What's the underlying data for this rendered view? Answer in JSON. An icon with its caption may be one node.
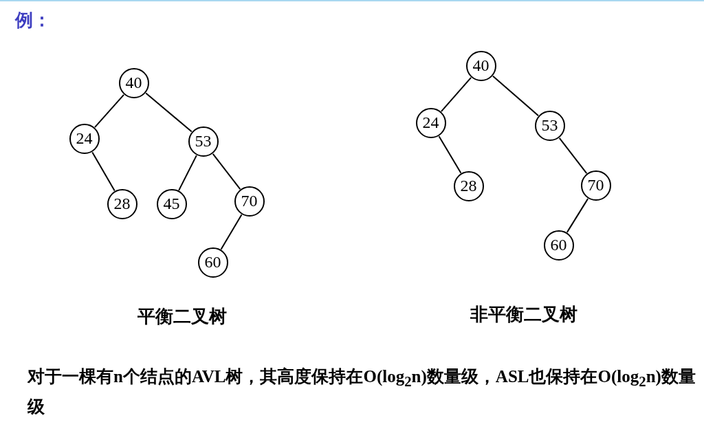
{
  "diagram": {
    "title": "例：",
    "nodes": [
      {
        "text": [
          "40"
        ]
      },
      {
        "text": [
          "24"
        ]
      },
      {
        "text": [
          "53"
        ]
      },
      {
        "text": [
          "28"
        ]
      },
      {
        "text": [
          "45"
        ]
      },
      {
        "text": [
          "70"
        ]
      },
      {
        "text": [
          "60"
        ]
      },
      {
        "text": [
          "40"
        ]
      },
      {
        "text": [
          "24"
        ]
      },
      {
        "text": [
          "53"
        ]
      },
      {
        "text": [
          "28"
        ]
      },
      {
        "text": [
          "70"
        ]
      },
      {
        "text": [
          "60"
        ]
      }
    ],
    "edges": [
      {
        "from": 0,
        "to": 1,
        "arrow": "none"
      },
      {
        "from": 0,
        "to": 2,
        "arrow": "none"
      },
      {
        "from": 1,
        "to": 3,
        "arrow": "none"
      },
      {
        "from": 2,
        "to": 4,
        "arrow": "none"
      },
      {
        "from": 2,
        "to": 5,
        "arrow": "none"
      },
      {
        "from": 5,
        "to": 6,
        "arrow": "none"
      },
      {
        "from": 7,
        "to": 8,
        "arrow": "none"
      },
      {
        "from": 7,
        "to": 9,
        "arrow": "none"
      },
      {
        "from": 8,
        "to": 10,
        "arrow": "none"
      },
      {
        "from": 9,
        "to": 11,
        "arrow": "none"
      },
      {
        "from": 11,
        "to": 12,
        "arrow": "none"
      }
    ],
    "labels": [
      "平衡二叉树",
      "非平衡二叉树",
      "对于一棵有n个结点的AVL树，其高度保持在O(log$_{2}$n)数量级，ASL也保持在O(log$_{2}$n)数量级"
    ]
  }
}
